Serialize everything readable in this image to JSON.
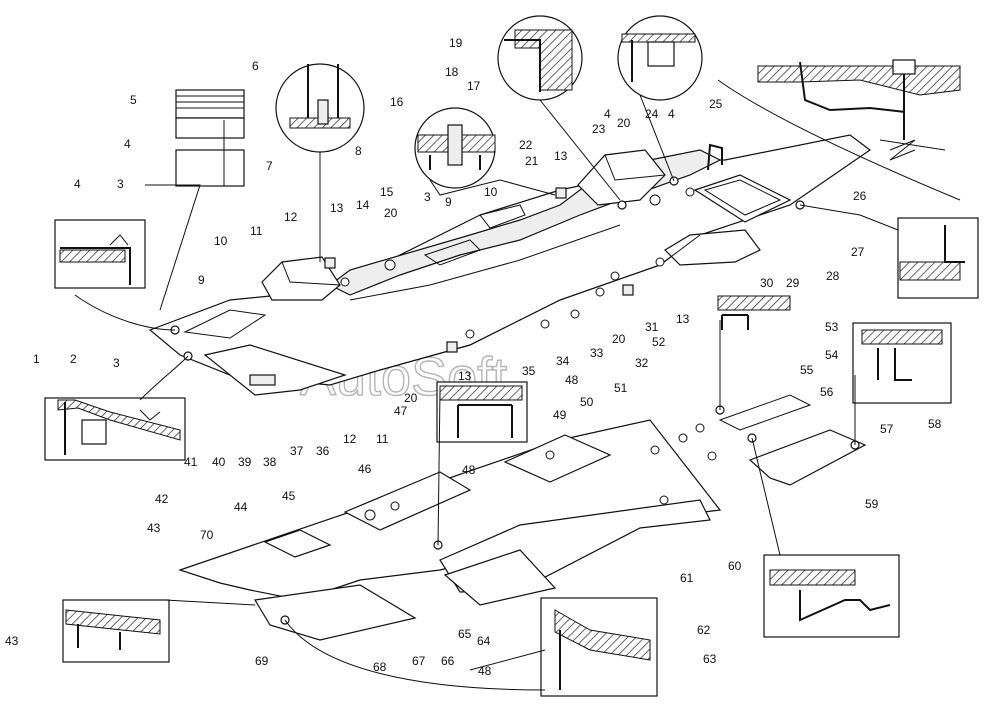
{
  "watermark": "AutoSoft",
  "callouts": [
    "1",
    "2",
    "3",
    "3",
    "3",
    "4",
    "4",
    "4",
    "4",
    "5",
    "6",
    "7",
    "8",
    "9",
    "9",
    "10",
    "10",
    "11",
    "11",
    "12",
    "12",
    "13",
    "13",
    "13",
    "13",
    "13",
    "14",
    "15",
    "16",
    "17",
    "18",
    "19",
    "20",
    "20",
    "20",
    "20",
    "21",
    "22",
    "23",
    "24",
    "25",
    "26",
    "27",
    "28",
    "29",
    "30",
    "31",
    "32",
    "33",
    "34",
    "35",
    "36",
    "37",
    "38",
    "39",
    "40",
    "41",
    "42",
    "43",
    "43",
    "44",
    "45",
    "46",
    "47",
    "48",
    "48",
    "48",
    "49",
    "50",
    "51",
    "52",
    "53",
    "54",
    "55",
    "56",
    "57",
    "58",
    "59",
    "60",
    "61",
    "62",
    "63",
    "64",
    "65",
    "66",
    "67",
    "68",
    "69",
    "70"
  ]
}
